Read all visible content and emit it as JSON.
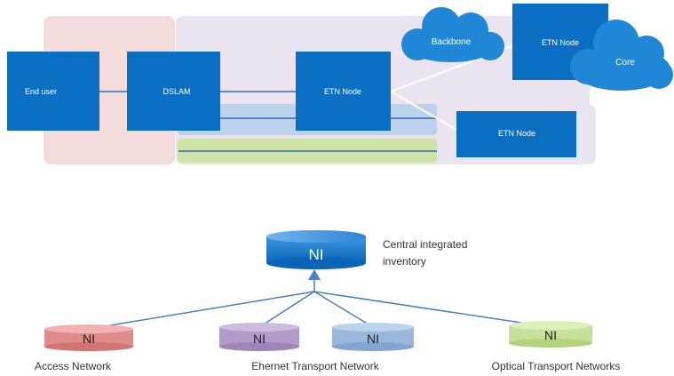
{
  "top_diagram": {
    "nodes": {
      "end_user": "End user",
      "dslam": "DSLAM",
      "etn_center": "ETN Node",
      "etn_top_right": "ETN Node",
      "etn_lower_right": "ETN Node"
    },
    "clouds": {
      "backbone": "Backbone",
      "core": "Core"
    }
  },
  "bottom_diagram": {
    "central": {
      "symbol": "NI",
      "caption_line1": "Central integrated",
      "caption_line2": "inventory"
    },
    "inventories": [
      {
        "symbol": "NI",
        "color": "#e08a8a"
      },
      {
        "symbol": "NI",
        "color": "#b39ac8"
      },
      {
        "symbol": "NI",
        "color": "#9ab8de"
      },
      {
        "symbol": "NI",
        "color": "#c6e29a"
      }
    ],
    "labels": {
      "access": "Access Network",
      "ethernet": "Ehernet Transport Network",
      "optical": "Optical Transport  Networks"
    }
  },
  "colors": {
    "node_blue": "#0a6ec2",
    "cloud_blue": "#1f87d6",
    "access_zone": "#f4dcdc",
    "transport_zone": "#e9e4ef",
    "blue_band": "#bcd2ea",
    "green_band": "#cfe3a6",
    "arrow": "#4a7fc1"
  }
}
